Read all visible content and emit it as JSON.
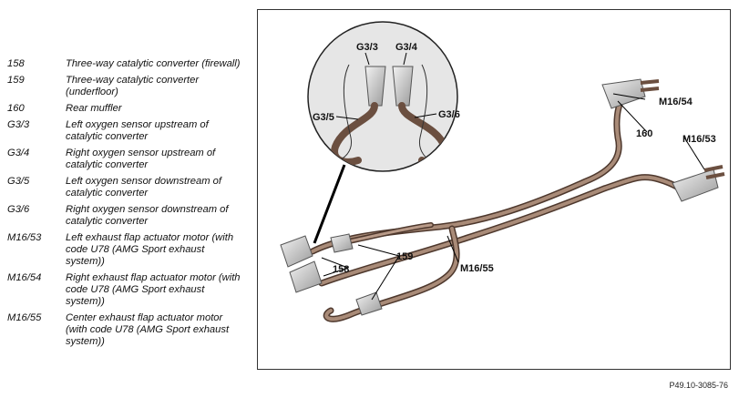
{
  "legend": [
    {
      "code": "158",
      "desc": "Three-way catalytic converter (firewall)"
    },
    {
      "code": "159",
      "desc": "Three-way catalytic converter (underfloor)"
    },
    {
      "code": "160",
      "desc": "Rear muffler"
    },
    {
      "code": "G3/3",
      "desc": "Left oxygen sensor upstream of catalytic converter"
    },
    {
      "code": "G3/4",
      "desc": "Right oxygen sensor upstream of catalytic converter"
    },
    {
      "code": "G3/5",
      "desc": "Left oxygen sensor downstream of catalytic converter"
    },
    {
      "code": "G3/6",
      "desc": "Right oxygen sensor downstream of catalytic converter"
    },
    {
      "code": "M16/53",
      "desc": "Left exhaust flap actuator motor (with code U78 (AMG Sport exhaust system))"
    },
    {
      "code": "M16/54",
      "desc": "Right exhaust flap actuator motor (with code U78 (AMG Sport exhaust system))"
    },
    {
      "code": "M16/55",
      "desc": "Center exhaust flap actuator motor (with code U78 (AMG Sport exhaust system))"
    }
  ],
  "callouts": {
    "g33": "G3/3",
    "g34": "G3/4",
    "g35": "G3/5",
    "g36": "G3/6",
    "m1654": "M16/54",
    "m1653": "M16/53",
    "m1655": "M16/55",
    "c160": "160",
    "c159": "159",
    "c158": "158"
  },
  "figure_id": "P49.10-3085-76",
  "colors": {
    "pipe": "#7a5a4a",
    "pipe_light": "#b89a88",
    "converter": "#c8c8c8",
    "inset_bg": "#e6e6e6"
  }
}
